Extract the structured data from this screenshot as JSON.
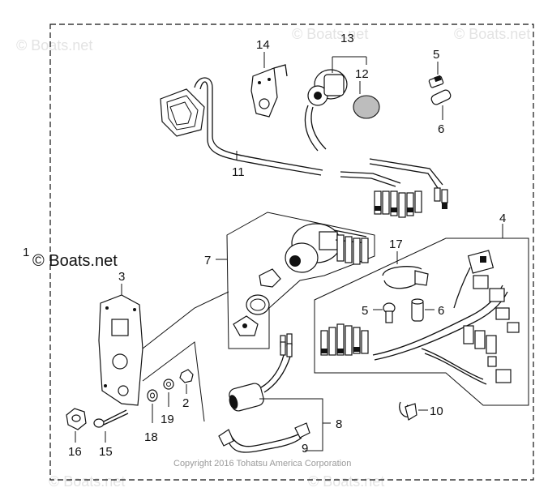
{
  "watermark": {
    "brand_small": "© Boats.net",
    "brand_main": "© Boats.net"
  },
  "labels": {
    "p1": "1",
    "p2": "2",
    "p3": "3",
    "p4": "4",
    "p5a": "5",
    "p5b": "5",
    "p6a": "6",
    "p6b": "6",
    "p7": "7",
    "p8": "8",
    "p9": "9",
    "p10": "10",
    "p11": "11",
    "p12": "12",
    "p13": "13",
    "p14": "14",
    "p15": "15",
    "p16": "16",
    "p17": "17",
    "p18": "18",
    "p19": "19"
  },
  "copyright": "Copyright 2016 Tohatsu America Corporation"
}
